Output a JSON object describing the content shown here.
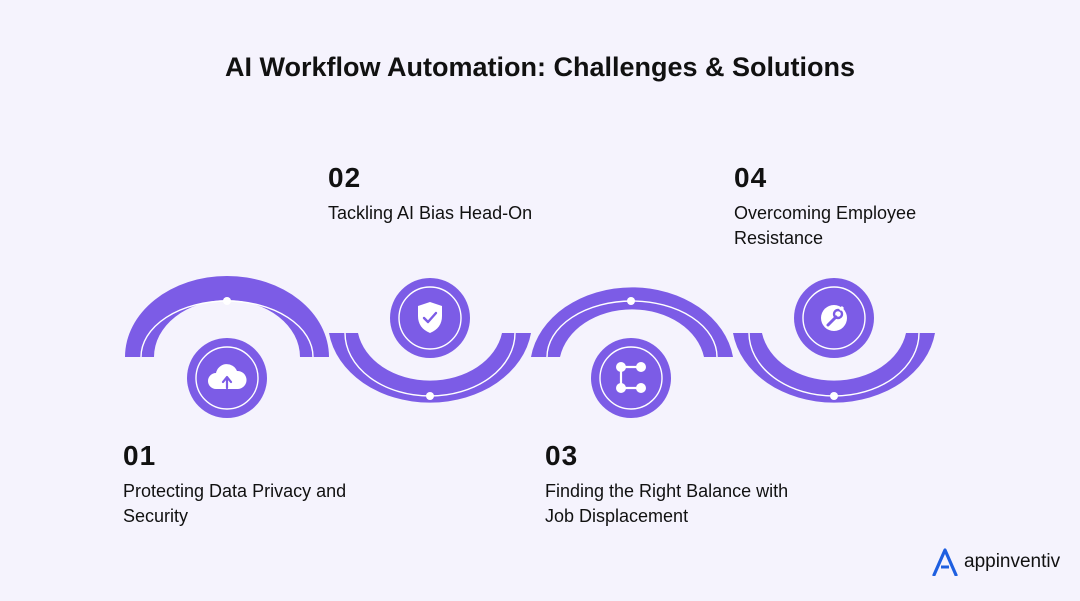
{
  "title": "AI Workflow Automation: Challenges & Solutions",
  "steps": [
    {
      "number": "01",
      "label": "Protecting Data Privacy and Security",
      "icon": "cloud-upload-icon"
    },
    {
      "number": "02",
      "label": "Tackling AI Bias Head-On",
      "icon": "shield-check-icon"
    },
    {
      "number": "03",
      "label": "Finding the Right Balance with Job Displacement",
      "icon": "workflow-nodes-icon"
    },
    {
      "number": "04",
      "label": "Overcoming Employee Resistance",
      "icon": "wrench-icon"
    }
  ],
  "brand": {
    "name": "appinventiv"
  },
  "colors": {
    "accent": "#7c5ce6",
    "background": "#f5f3fd",
    "text": "#111111",
    "logo": "#1e5fe0"
  }
}
